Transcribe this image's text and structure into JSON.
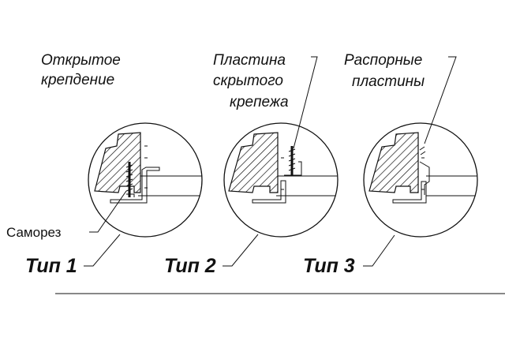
{
  "labels": {
    "open_mount_line1": "Открытое",
    "open_mount_line2": "крепдение",
    "plate_line1": "Пластина",
    "plate_line2": "скрытого",
    "plate_line3": "крепежа",
    "spacer_line1": "Распорные",
    "spacer_line2": "пластины",
    "screw": "Саморез",
    "type1": "Тип 1",
    "type2": "Тип 2",
    "type3": "Тип 3"
  },
  "colors": {
    "ink": "#111111",
    "background": "#ffffff"
  }
}
